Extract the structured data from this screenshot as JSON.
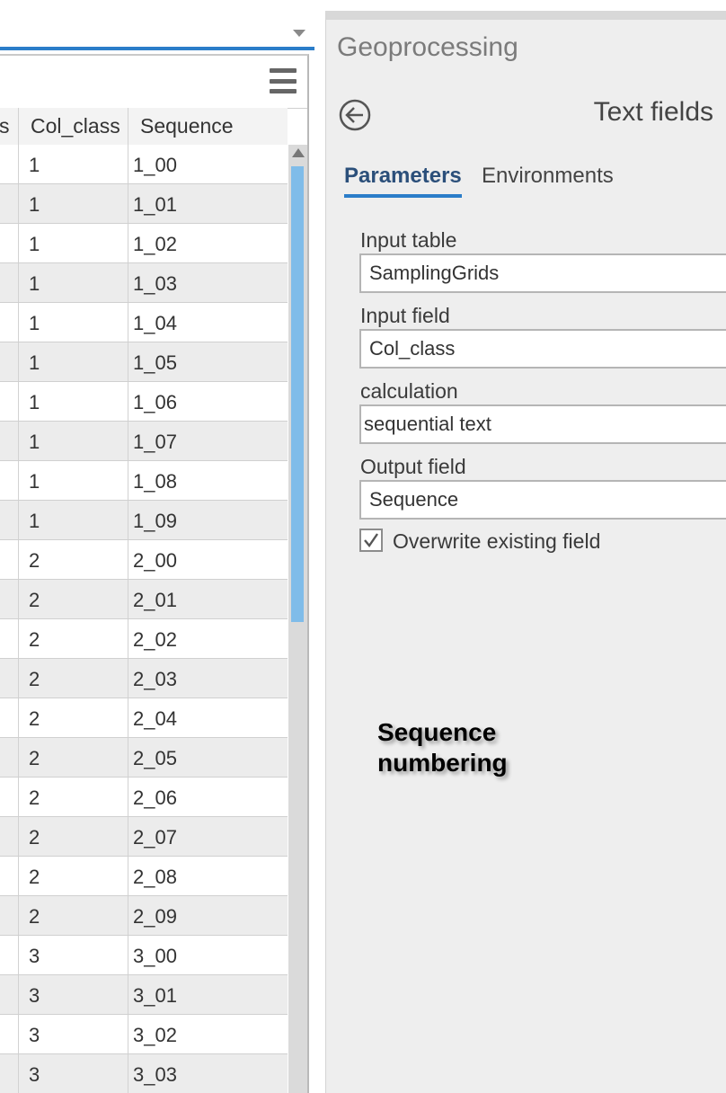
{
  "table": {
    "columns": [
      {
        "label": "s"
      },
      {
        "label": "Col_class"
      },
      {
        "label": "Sequence"
      }
    ],
    "rows": [
      {
        "col_class": "1",
        "sequence": "1_00"
      },
      {
        "col_class": "1",
        "sequence": "1_01"
      },
      {
        "col_class": "1",
        "sequence": "1_02"
      },
      {
        "col_class": "1",
        "sequence": "1_03"
      },
      {
        "col_class": "1",
        "sequence": "1_04"
      },
      {
        "col_class": "1",
        "sequence": "1_05"
      },
      {
        "col_class": "1",
        "sequence": "1_06"
      },
      {
        "col_class": "1",
        "sequence": "1_07"
      },
      {
        "col_class": "1",
        "sequence": "1_08"
      },
      {
        "col_class": "1",
        "sequence": "1_09"
      },
      {
        "col_class": "2",
        "sequence": "2_00"
      },
      {
        "col_class": "2",
        "sequence": "2_01"
      },
      {
        "col_class": "2",
        "sequence": "2_02"
      },
      {
        "col_class": "2",
        "sequence": "2_03"
      },
      {
        "col_class": "2",
        "sequence": "2_04"
      },
      {
        "col_class": "2",
        "sequence": "2_05"
      },
      {
        "col_class": "2",
        "sequence": "2_06"
      },
      {
        "col_class": "2",
        "sequence": "2_07"
      },
      {
        "col_class": "2",
        "sequence": "2_08"
      },
      {
        "col_class": "2",
        "sequence": "2_09"
      },
      {
        "col_class": "3",
        "sequence": "3_00"
      },
      {
        "col_class": "3",
        "sequence": "3_01"
      },
      {
        "col_class": "3",
        "sequence": "3_02"
      },
      {
        "col_class": "3",
        "sequence": "3_03"
      }
    ],
    "menu_icon": "hamburger-menu-icon",
    "scroll_up_icon": "scroll-up-arrow-icon"
  },
  "geoprocessing": {
    "pane_title": "Geoprocessing",
    "back_icon": "back-arrow-icon",
    "tool_title": "Text fields",
    "tabs": [
      {
        "label": "Parameters"
      },
      {
        "label": "Environments"
      }
    ],
    "params": {
      "input_table_label": "Input table",
      "input_table_value": "SamplingGrids",
      "input_field_label": "Input field",
      "input_field_value": "Col_class",
      "calculation_label": "calculation",
      "calculation_value": "sequential text",
      "output_field_label": "Output field",
      "output_field_value": "Sequence",
      "overwrite_label": "Overwrite existing field",
      "overwrite_checked": true
    }
  },
  "annotation": {
    "line1": "Sequence",
    "line2": "numbering"
  },
  "colors": {
    "accent": "#2b7dc9",
    "scroll_thumb": "#7fbce9",
    "row_alt": "#ececec"
  }
}
